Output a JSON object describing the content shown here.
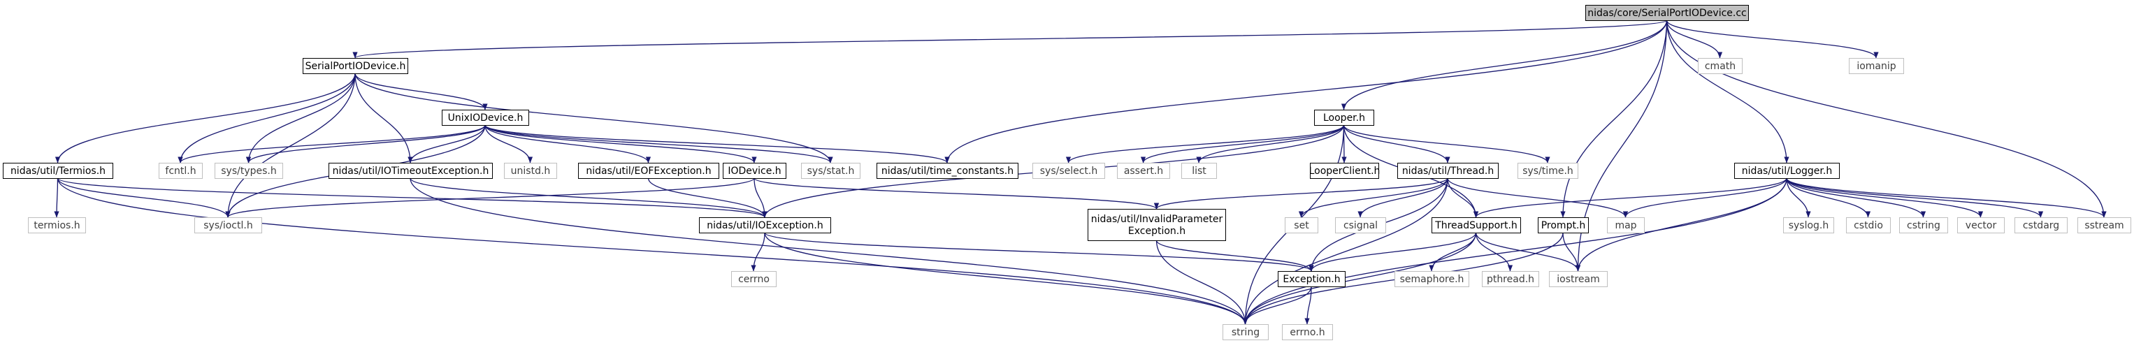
{
  "diagram": {
    "colors": {
      "edge": "#191970",
      "node_border_internal": "#000000",
      "node_border_external": "#bfbfbf",
      "node_fill": "#ffffff",
      "root_fill": "#bfbfbf",
      "text_internal": "#000000",
      "text_external": "#3f3f3f"
    },
    "nodes": [
      {
        "id": "root",
        "lines": [
          "nidas/core/SerialPortIODevice.cc"
        ],
        "kind": "root"
      },
      {
        "id": "serialporth",
        "lines": [
          "SerialPortIODevice.h"
        ],
        "kind": "internal"
      },
      {
        "id": "cmath",
        "lines": [
          "cmath"
        ],
        "kind": "external"
      },
      {
        "id": "iomanip",
        "lines": [
          "iomanip"
        ],
        "kind": "external"
      },
      {
        "id": "unixio",
        "lines": [
          "UnixIODevice.h"
        ],
        "kind": "internal"
      },
      {
        "id": "looper",
        "lines": [
          "Looper.h"
        ],
        "kind": "internal"
      },
      {
        "id": "termios_h",
        "lines": [
          "nidas/util/Termios.h"
        ],
        "kind": "internal"
      },
      {
        "id": "fcntl",
        "lines": [
          "fcntl.h"
        ],
        "kind": "external"
      },
      {
        "id": "systypes",
        "lines": [
          "sys/types.h"
        ],
        "kind": "external"
      },
      {
        "id": "iotimeout",
        "lines": [
          "nidas/util/IOTimeoutException.h"
        ],
        "kind": "internal"
      },
      {
        "id": "unistd",
        "lines": [
          "unistd.h"
        ],
        "kind": "external"
      },
      {
        "id": "eofexc",
        "lines": [
          "nidas/util/EOFException.h"
        ],
        "kind": "internal"
      },
      {
        "id": "iodevice",
        "lines": [
          "IODevice.h"
        ],
        "kind": "internal"
      },
      {
        "id": "sysstat",
        "lines": [
          "sys/stat.h"
        ],
        "kind": "external"
      },
      {
        "id": "timeconst",
        "lines": [
          "nidas/util/time_constants.h"
        ],
        "kind": "internal"
      },
      {
        "id": "sysselect",
        "lines": [
          "sys/select.h"
        ],
        "kind": "external"
      },
      {
        "id": "assert",
        "lines": [
          "assert.h"
        ],
        "kind": "external"
      },
      {
        "id": "list",
        "lines": [
          "list"
        ],
        "kind": "external"
      },
      {
        "id": "looperclient",
        "lines": [
          "LooperClient.h"
        ],
        "kind": "internal"
      },
      {
        "id": "thread",
        "lines": [
          "nidas/util/Thread.h"
        ],
        "kind": "internal"
      },
      {
        "id": "systime",
        "lines": [
          "sys/time.h"
        ],
        "kind": "external"
      },
      {
        "id": "logger",
        "lines": [
          "nidas/util/Logger.h"
        ],
        "kind": "internal"
      },
      {
        "id": "termios_sys",
        "lines": [
          "termios.h"
        ],
        "kind": "external"
      },
      {
        "id": "sysioctl",
        "lines": [
          "sys/ioctl.h"
        ],
        "kind": "external"
      },
      {
        "id": "ioexc",
        "lines": [
          "nidas/util/IOException.h"
        ],
        "kind": "internal"
      },
      {
        "id": "invparam",
        "lines": [
          "nidas/util/InvalidParameter",
          "Exception.h"
        ],
        "kind": "internal"
      },
      {
        "id": "set",
        "lines": [
          "set"
        ],
        "kind": "external"
      },
      {
        "id": "csignal",
        "lines": [
          "csignal"
        ],
        "kind": "external"
      },
      {
        "id": "threadsupport",
        "lines": [
          "ThreadSupport.h"
        ],
        "kind": "internal"
      },
      {
        "id": "map",
        "lines": [
          "map"
        ],
        "kind": "external"
      },
      {
        "id": "prompt",
        "lines": [
          "Prompt.h"
        ],
        "kind": "internal"
      },
      {
        "id": "syslog",
        "lines": [
          "syslog.h"
        ],
        "kind": "external"
      },
      {
        "id": "cstdio",
        "lines": [
          "cstdio"
        ],
        "kind": "external"
      },
      {
        "id": "cstring",
        "lines": [
          "cstring"
        ],
        "kind": "external"
      },
      {
        "id": "vector",
        "lines": [
          "vector"
        ],
        "kind": "external"
      },
      {
        "id": "cstdarg",
        "lines": [
          "cstdarg"
        ],
        "kind": "external"
      },
      {
        "id": "sstream",
        "lines": [
          "sstream"
        ],
        "kind": "external"
      },
      {
        "id": "cerrno",
        "lines": [
          "cerrno"
        ],
        "kind": "external"
      },
      {
        "id": "semaphore",
        "lines": [
          "semaphore.h"
        ],
        "kind": "external"
      },
      {
        "id": "pthread",
        "lines": [
          "pthread.h"
        ],
        "kind": "external"
      },
      {
        "id": "iostream",
        "lines": [
          "iostream"
        ],
        "kind": "external"
      },
      {
        "id": "exception",
        "lines": [
          "Exception.h"
        ],
        "kind": "internal"
      },
      {
        "id": "string",
        "lines": [
          "string"
        ],
        "kind": "external"
      },
      {
        "id": "errno",
        "lines": [
          "errno.h"
        ],
        "kind": "external"
      }
    ],
    "edges": [
      [
        "root",
        "serialporth"
      ],
      [
        "root",
        "cmath"
      ],
      [
        "root",
        "iomanip"
      ],
      [
        "root",
        "looper"
      ],
      [
        "root",
        "timeconst"
      ],
      [
        "root",
        "logger"
      ],
      [
        "root",
        "prompt"
      ],
      [
        "root",
        "iostream"
      ],
      [
        "root",
        "sstream"
      ],
      [
        "serialporth",
        "unixio"
      ],
      [
        "serialporth",
        "termios_h"
      ],
      [
        "serialporth",
        "fcntl"
      ],
      [
        "serialporth",
        "systypes"
      ],
      [
        "serialporth",
        "iotimeout"
      ],
      [
        "serialporth",
        "sysstat"
      ],
      [
        "serialporth",
        "sysioctl"
      ],
      [
        "unixio",
        "fcntl"
      ],
      [
        "unixio",
        "systypes"
      ],
      [
        "unixio",
        "iotimeout"
      ],
      [
        "unixio",
        "unistd"
      ],
      [
        "unixio",
        "eofexc"
      ],
      [
        "unixio",
        "iodevice"
      ],
      [
        "unixio",
        "sysstat"
      ],
      [
        "unixio",
        "timeconst"
      ],
      [
        "unixio",
        "sysioctl"
      ],
      [
        "termios_h",
        "termios_sys"
      ],
      [
        "termios_h",
        "sysioctl"
      ],
      [
        "termios_h",
        "ioexc"
      ],
      [
        "termios_h",
        "string"
      ],
      [
        "iotimeout",
        "ioexc"
      ],
      [
        "iotimeout",
        "string"
      ],
      [
        "eofexc",
        "ioexc"
      ],
      [
        "iodevice",
        "ioexc"
      ],
      [
        "iodevice",
        "invparam"
      ],
      [
        "iodevice",
        "sysioctl"
      ],
      [
        "looper",
        "sysselect"
      ],
      [
        "looper",
        "assert"
      ],
      [
        "looper",
        "list"
      ],
      [
        "looper",
        "looperclient"
      ],
      [
        "looper",
        "thread"
      ],
      [
        "looper",
        "systime"
      ],
      [
        "looper",
        "ioexc"
      ],
      [
        "looper",
        "threadsupport"
      ],
      [
        "looper",
        "string"
      ],
      [
        "thread",
        "invparam"
      ],
      [
        "thread",
        "set"
      ],
      [
        "thread",
        "csignal"
      ],
      [
        "thread",
        "threadsupport"
      ],
      [
        "thread",
        "map"
      ],
      [
        "thread",
        "exception"
      ],
      [
        "thread",
        "string"
      ],
      [
        "logger",
        "threadsupport"
      ],
      [
        "logger",
        "map"
      ],
      [
        "logger",
        "syslog"
      ],
      [
        "logger",
        "cstdio"
      ],
      [
        "logger",
        "cstring"
      ],
      [
        "logger",
        "vector"
      ],
      [
        "logger",
        "cstdarg"
      ],
      [
        "logger",
        "sstream"
      ],
      [
        "logger",
        "iostream"
      ],
      [
        "logger",
        "string"
      ],
      [
        "threadsupport",
        "semaphore"
      ],
      [
        "threadsupport",
        "pthread"
      ],
      [
        "threadsupport",
        "exception"
      ],
      [
        "threadsupport",
        "iostream"
      ],
      [
        "threadsupport",
        "string"
      ],
      [
        "prompt",
        "iostream"
      ],
      [
        "prompt",
        "string"
      ],
      [
        "ioexc",
        "cerrno"
      ],
      [
        "ioexc",
        "exception"
      ],
      [
        "ioexc",
        "string"
      ],
      [
        "invparam",
        "exception"
      ],
      [
        "invparam",
        "string"
      ],
      [
        "exception",
        "string"
      ],
      [
        "exception",
        "errno"
      ]
    ]
  }
}
